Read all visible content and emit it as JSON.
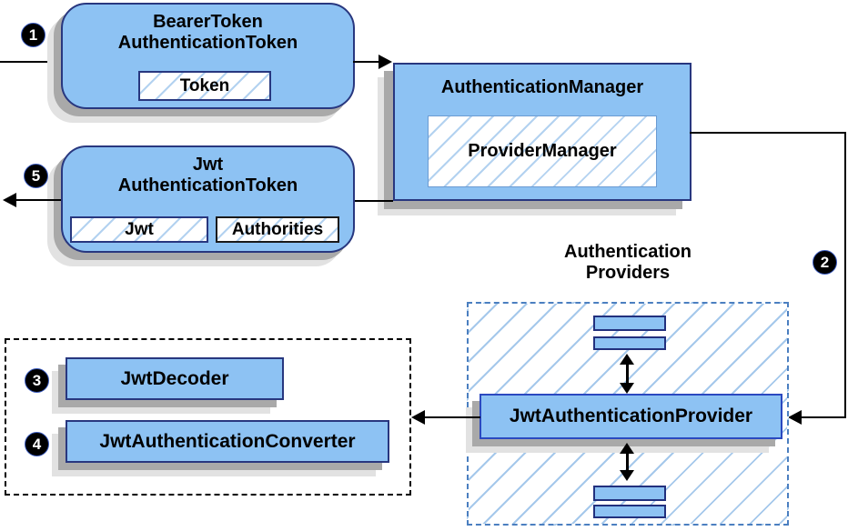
{
  "steps": {
    "one": "1",
    "two": "2",
    "three": "3",
    "four": "4",
    "five": "5"
  },
  "boxes": {
    "bearer_token": {
      "line1": "BearerToken",
      "line2": "AuthenticationToken",
      "token": "Token"
    },
    "authentication_manager": {
      "title": "AuthenticationManager",
      "provider_manager": "ProviderManager"
    },
    "jwt_authentication_token": {
      "line1": "Jwt",
      "line2": "AuthenticationToken",
      "jwt": "Jwt",
      "authorities": "Authorities"
    },
    "authentication_providers": {
      "label_line1": "Authentication",
      "label_line2": "Providers",
      "provider": "JwtAuthenticationProvider"
    },
    "converters": {
      "decoder": "JwtDecoder",
      "converter": "JwtAuthenticationConverter"
    }
  },
  "colors": {
    "box_fill": "#8DC2F3",
    "box_border": "#28377F",
    "hatch_line": "#B3D2F0",
    "providers_dash_border": "#4B7FC0",
    "group_dash_border": "#000000",
    "shadow_dark": "#A9A9A9",
    "shadow_light": "#E2E2E2",
    "arrow": "#000000",
    "badge_bg": "#000000",
    "badge_fg": "#FFFFFF"
  }
}
